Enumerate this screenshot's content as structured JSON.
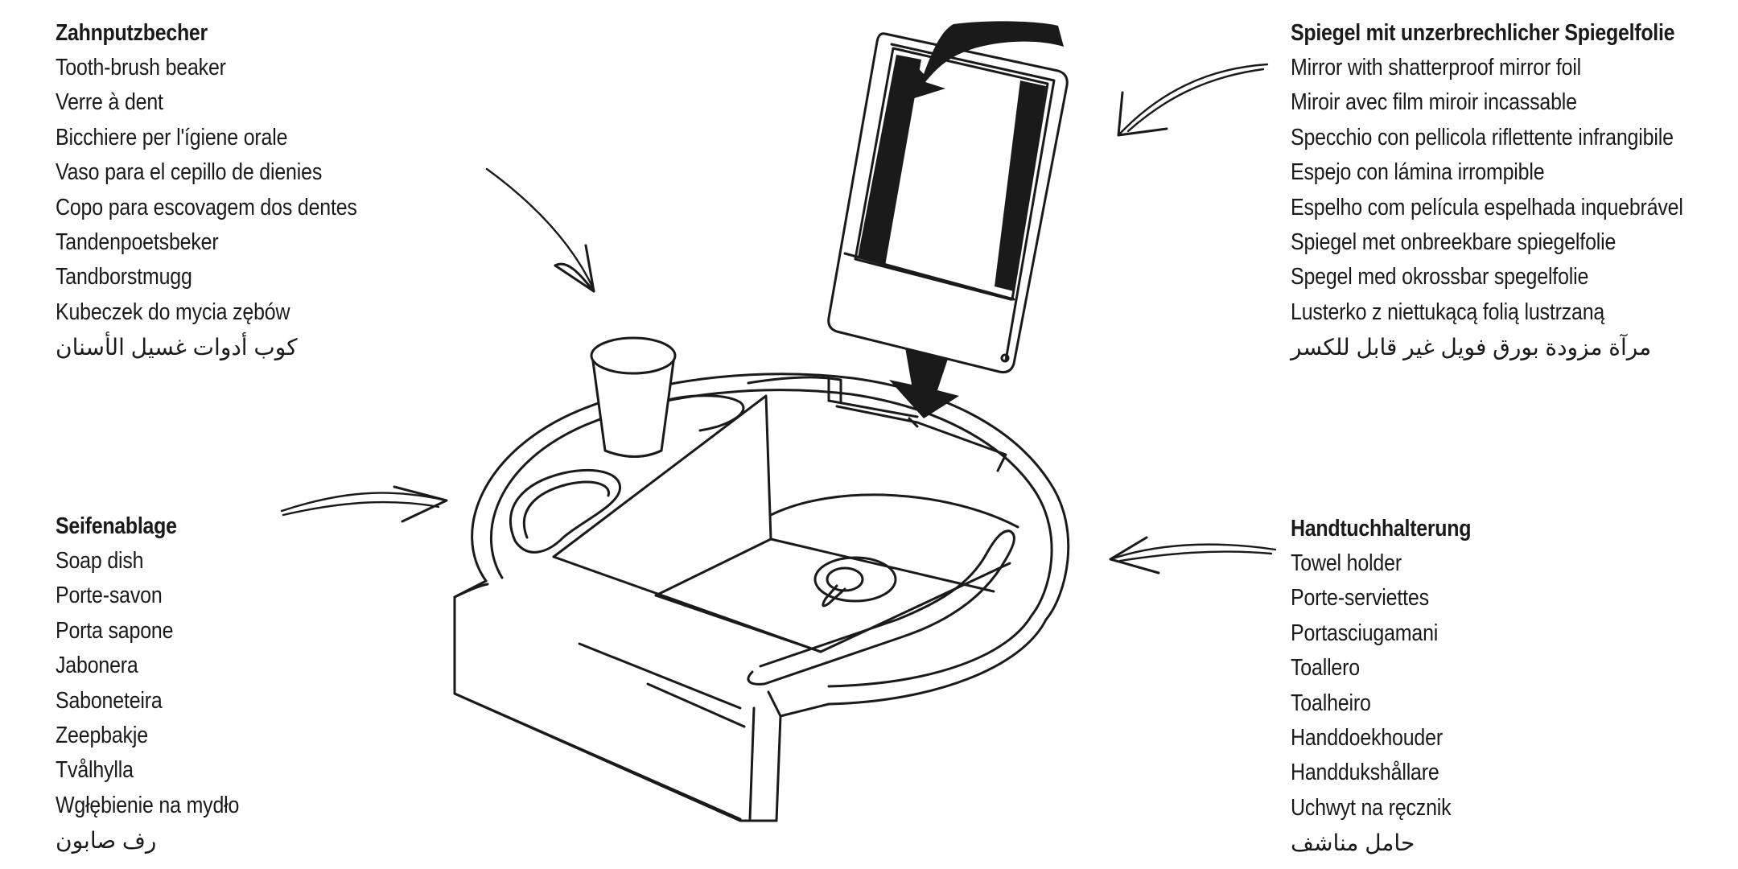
{
  "toothbrush_beaker": {
    "title": "Zahnputzbecher",
    "items": [
      "Tooth-brush beaker",
      "Verre à dent",
      "Bicchiere per l'ígiene orale",
      "Vaso para el cepillo de dienies",
      "Copo para escovagem dos dentes",
      "Tandenpoetsbeker",
      "Tandborstmugg",
      "Kubeczek do mycia zębów",
      "كوب أدوات غسيل الأسنان"
    ]
  },
  "soap_dish": {
    "title": "Seifenablage",
    "items": [
      "Soap dish",
      "Porte-savon",
      "Porta sapone",
      "Jabonera",
      "Saboneteira",
      "Zeepbakje",
      "Tvålhylla",
      "Wgłębienie na mydło",
      "رف صابون"
    ]
  },
  "mirror": {
    "title": "Spiegel mit unzerbrechlicher Spiegelfolie",
    "items": [
      "Mirror with shatterproof mirror foil",
      "Miroir avec film miroir incassable",
      "Specchio con pellicola riflettente infrangibile",
      "Espejo con lámina irrompible",
      "Espelho com película espelhada inquebrável",
      "Spiegel met onbreekbare spiegelfolie",
      "Spegel med okrossbar spegelfolie",
      "Lusterko z niettukącą folią lustrzaną",
      "مرآة مزودة بورق فويل غير قابل للكسر"
    ]
  },
  "towel_holder": {
    "title": "Handtuchhalterung",
    "items": [
      "Towel holder",
      "Porte-serviettes",
      "Portasciugamani",
      "Toallero",
      "Toalheiro",
      "Handdoekhouder",
      "Handdukshållare",
      "Uchwyt na ręcznik",
      "حامل مناشف"
    ]
  },
  "icons": [
    "arrow-icon",
    "washbasin-illustration",
    "cup-icon",
    "mirror-icon"
  ]
}
